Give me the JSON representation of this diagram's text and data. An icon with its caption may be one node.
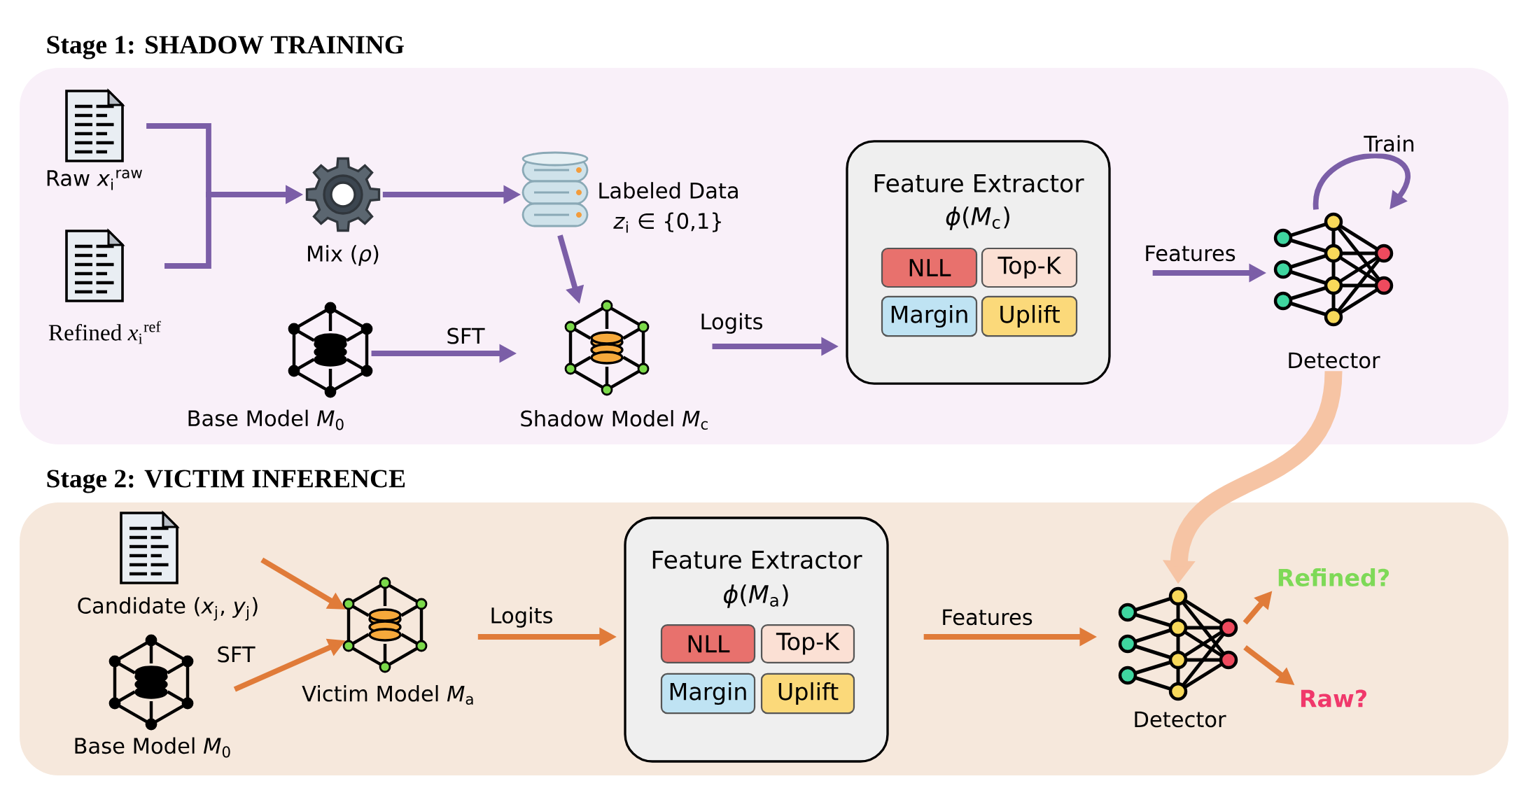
{
  "diagram": {
    "nodes": [
      {
        "text": [
          "Stage 1: SHADOW TRAINING"
        ]
      },
      {
        "text": [
          "Raw *x*$_{i}$$^{raw}$"
        ],
        "in": 0
      },
      {
        "text": [
          "Refined *x*$_{i}$$^{ref}$"
        ],
        "in": 0
      },
      {
        "text": [
          "Mix (*ρ*)"
        ],
        "in": 0
      },
      {
        "text": [
          "Labeled Data",
          "*z*$_{i}$ ∈ {0,1}"
        ],
        "in": 0
      },
      {
        "text": [
          "Base Model *M*$_{0}$"
        ],
        "in": 0
      },
      {
        "text": [
          "Shadow Model *M*$_{c}$"
        ],
        "in": 0
      },
      {
        "text": [
          "Feature Extractor",
          "*ϕ*(*M*$_{c}$)"
        ],
        "in": 0
      },
      {
        "text": [
          "NLL"
        ],
        "in": 7
      },
      {
        "text": [
          "Top-K"
        ],
        "in": 7
      },
      {
        "text": [
          "Margin"
        ],
        "in": 7
      },
      {
        "text": [
          "Uplift"
        ],
        "in": 7
      },
      {
        "text": [
          "Detector"
        ],
        "in": 0
      },
      {
        "text": [
          "Stage 2: VICTIM INFERENCE"
        ]
      },
      {
        "text": [
          "Candidate (*x*$_{j}$, *y*$_{j}$)"
        ],
        "in": 13
      },
      {
        "text": [
          "Base Model *M*$_{0}$"
        ],
        "in": 13
      },
      {
        "text": [
          "Victim Model *M*$_{a}$"
        ],
        "in": 13
      },
      {
        "text": [
          "Feature Extractor",
          "*ϕ*(*M*$_{a}$)"
        ],
        "in": 13
      },
      {
        "text": [
          "NLL"
        ],
        "in": 17
      },
      {
        "text": [
          "Top-K"
        ],
        "in": 17
      },
      {
        "text": [
          "Margin"
        ],
        "in": 17
      },
      {
        "text": [
          "Uplift"
        ],
        "in": 17
      },
      {
        "text": [
          "Detector"
        ],
        "in": 13
      },
      {
        "text": [
          "Refined?"
        ],
        "in": 13
      },
      {
        "text": [
          "Raw?"
        ],
        "in": 13
      }
    ],
    "edges": [
      {
        "from": 1,
        "to": 3,
        "arrow": "to",
        "color": "#7b5ea7"
      },
      {
        "from": 2,
        "to": 3,
        "arrow": "to",
        "color": "#7b5ea7"
      },
      {
        "from": 3,
        "to": 4,
        "arrow": "to",
        "color": "#7b5ea7"
      },
      {
        "from": 4,
        "to": 6,
        "arrow": "to",
        "color": "#7b5ea7"
      },
      {
        "from": 5,
        "to": 6,
        "arrow": "to",
        "label": "SFT",
        "color": "#7b5ea7"
      },
      {
        "from": 6,
        "to": 7,
        "arrow": "to",
        "label": "Logits",
        "color": "#7b5ea7"
      },
      {
        "from": 7,
        "to": 12,
        "arrow": "to",
        "label": "Features",
        "color": "#7b5ea7"
      },
      {
        "from": 12,
        "to": 12,
        "arrow": "to",
        "label": "Train",
        "color": "#7b5ea7"
      },
      {
        "from": 12,
        "to": 22,
        "arrow": "to",
        "style": "thick",
        "color": "#f6c4a4"
      },
      {
        "from": 14,
        "to": 16,
        "arrow": "to",
        "color": "#e07b39"
      },
      {
        "from": 15,
        "to": 16,
        "arrow": "to",
        "label": "SFT",
        "color": "#e07b39"
      },
      {
        "from": 16,
        "to": 17,
        "arrow": "to",
        "label": "Logits",
        "color": "#e07b39"
      },
      {
        "from": 17,
        "to": 22,
        "arrow": "to",
        "label": "Features",
        "color": "#e07b39"
      },
      {
        "from": 22,
        "to": 23,
        "arrow": "to",
        "color": "#e07b39"
      },
      {
        "from": 22,
        "to": 24,
        "arrow": "to",
        "color": "#e07b39"
      }
    ]
  }
}
